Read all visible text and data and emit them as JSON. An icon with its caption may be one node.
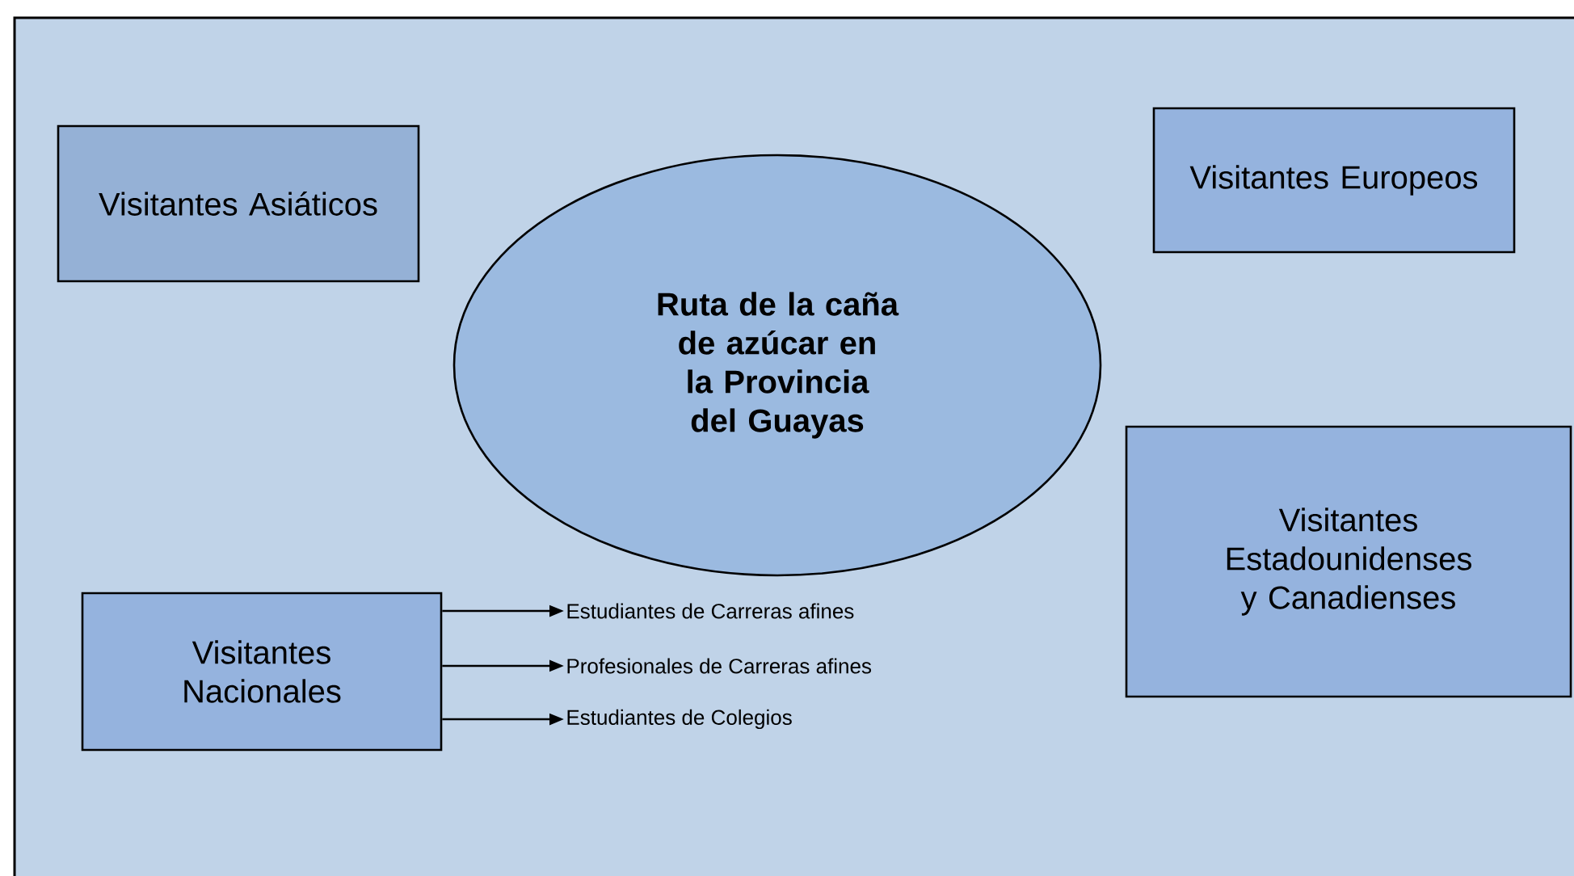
{
  "diagram": {
    "nodes": [
      {
        "text": [
          "Visitantes Asiáticos"
        ]
      },
      {
        "text": [
          "Ruta de la caña de azúcar en la Provincia del Guayas"
        ]
      },
      {
        "text": [
          "Visitantes Europeos"
        ]
      },
      {
        "text": [
          "Visitantes Estadounidenses y Canadienses"
        ]
      },
      {
        "text": [
          "Visitantes Nacionales"
        ]
      },
      {
        "text": [
          "Estudiantes de Carreras afines"
        ]
      },
      {
        "text": [
          "Profesionales de Carreras afines"
        ]
      },
      {
        "text": [
          "Estudiantes de Colegios"
        ]
      }
    ],
    "edges": [
      {
        "from": 4,
        "to": 5,
        "arrow": "to"
      },
      {
        "from": 4,
        "to": 6,
        "arrow": "to"
      },
      {
        "from": 4,
        "to": 7,
        "arrow": "to"
      }
    ]
  }
}
